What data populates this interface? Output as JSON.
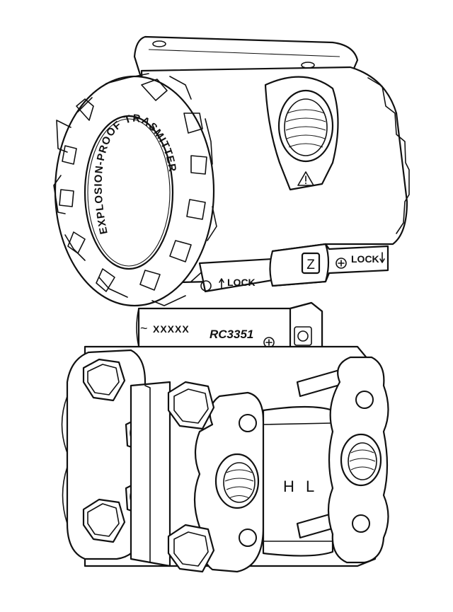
{
  "cover_text": "EXPLOSION-PROOF TRASMITTER",
  "lock_label_left": "LOCK",
  "lock_label_right": "LOCK",
  "zero_key_label": "Z",
  "serial_label": "XXXXX",
  "model_label": "RC3351",
  "side_label_high": "H",
  "side_label_low": "L",
  "icons": [
    "warning-triangle-icon",
    "arrow-up-icon",
    "arrow-down-icon",
    "plus-screw-icon",
    "tilde-icon"
  ]
}
